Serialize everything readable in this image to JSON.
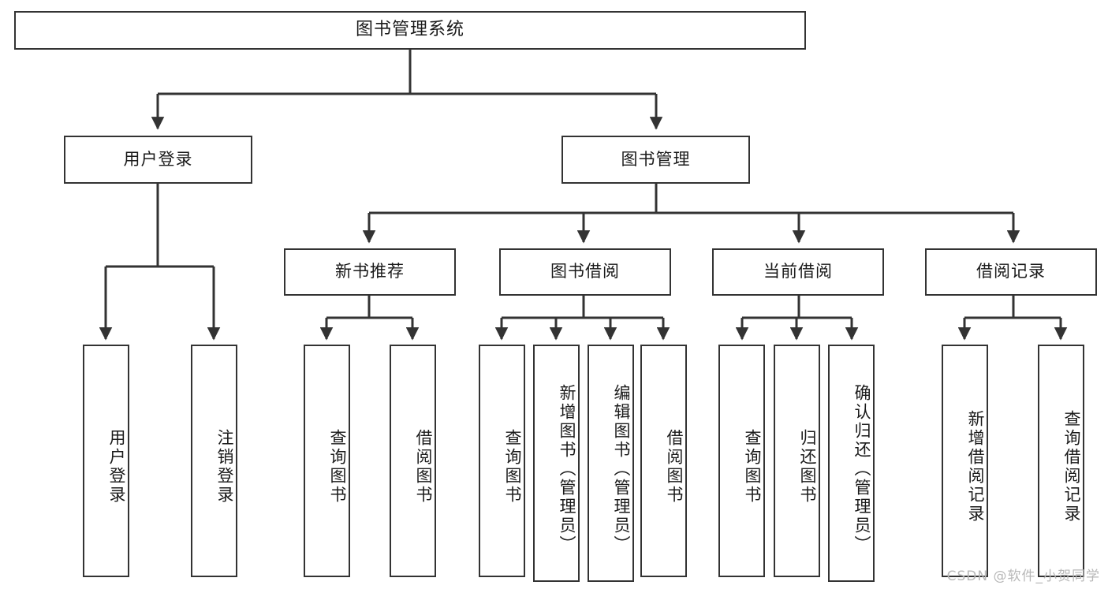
{
  "diagram": {
    "type": "tree",
    "title": "图书管理系统",
    "root": {
      "label": "图书管理系统"
    },
    "level1": [
      {
        "label": "用户登录"
      },
      {
        "label": "图书管理"
      }
    ],
    "level2": [
      {
        "label": "新书推荐"
      },
      {
        "label": "图书借阅"
      },
      {
        "label": "当前借阅"
      },
      {
        "label": "借阅记录"
      }
    ],
    "leaves": {
      "user_login": [
        {
          "label": "用户登录"
        },
        {
          "label": "注销登录"
        }
      ],
      "new_book_recommend": [
        {
          "label": "查询图书"
        },
        {
          "label": "借阅图书"
        }
      ],
      "book_borrow": [
        {
          "label": "查询图书"
        },
        {
          "label": "新增图书（管理员）"
        },
        {
          "label": "编辑图书（管理员）"
        },
        {
          "label": "借阅图书"
        }
      ],
      "current_borrow": [
        {
          "label": "查询图书"
        },
        {
          "label": "归还图书"
        },
        {
          "label": "确认归还（管理员）"
        }
      ],
      "borrow_record": [
        {
          "label": "新增借阅记录"
        },
        {
          "label": "查询借阅记录"
        }
      ]
    }
  },
  "watermark": {
    "text": "CSDN @软件_小贺同学"
  },
  "colors": {
    "stroke": "#333333",
    "background": "#ffffff",
    "text": "#1a1a1a",
    "watermark": "#b8b8b8"
  }
}
